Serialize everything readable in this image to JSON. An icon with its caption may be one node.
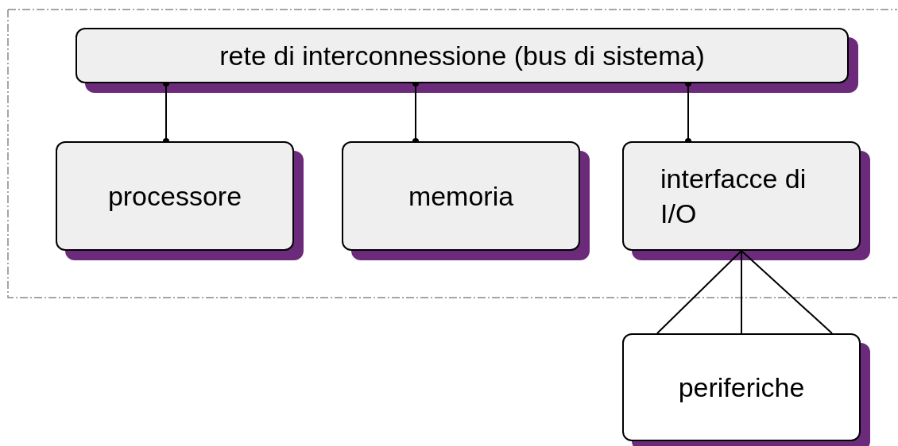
{
  "diagram": {
    "nodes": [
      {
        "text": [
          "rete di interconnessione (bus di sistema)"
        ]
      },
      {
        "text": [
          "processore"
        ]
      },
      {
        "text": [
          "memoria"
        ]
      },
      {
        "text": [
          "interfacce di I/O"
        ]
      },
      {
        "text": [
          "periferiche"
        ]
      }
    ],
    "edges": [
      {
        "from": 0,
        "to": 1,
        "arrow": "other"
      },
      {
        "from": 0,
        "to": 2,
        "arrow": "other"
      },
      {
        "from": 0,
        "to": 3,
        "arrow": "other"
      },
      {
        "from": 3,
        "to": 4,
        "arrow": "none"
      },
      {
        "from": 3,
        "to": 4,
        "arrow": "none"
      },
      {
        "from": 3,
        "to": 4,
        "arrow": "none"
      }
    ]
  }
}
